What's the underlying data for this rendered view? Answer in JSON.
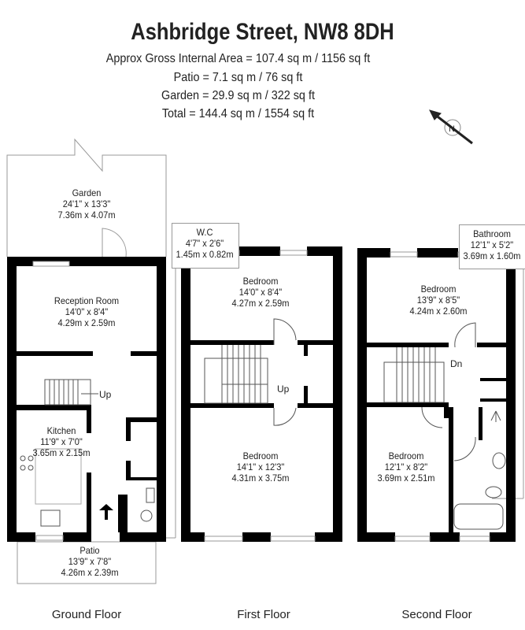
{
  "header": {
    "title": "Ashbridge Street, NW8 8DH",
    "lines": [
      "Approx Gross Internal Area = 107.4 sq m / 1156 sq ft",
      "Patio = 7.1 sq m / 76 sq ft",
      "Garden = 29.9 sq m / 322 sq ft",
      "Total = 144.4 sq m / 1554 sq ft"
    ]
  },
  "compass_icon": "north-arrow",
  "rooms": {
    "garden": {
      "name": "Garden",
      "imperial": "24'1\" x 13'3\"",
      "metric": "7.36m x 4.07m"
    },
    "reception": {
      "name": "Reception Room",
      "imperial": "14'0\" x 8'4\"",
      "metric": "4.29m x 2.59m"
    },
    "kitchen": {
      "name": "Kitchen",
      "imperial": "11'9\" x 7'0\"",
      "metric": "3.65m x 2.15m"
    },
    "patio": {
      "name": "Patio",
      "imperial": "13'9\" x 7'8\"",
      "metric": "4.26m x 2.39m"
    },
    "wc": {
      "name": "W.C",
      "imperial": "4'7\" x 2'6\"",
      "metric": "1.45m x 0.82m"
    },
    "bed1": {
      "name": "Bedroom",
      "imperial": "14'0\" x 8'4\"",
      "metric": "4.27m x 2.59m"
    },
    "bed2": {
      "name": "Bedroom",
      "imperial": "14'1\" x 12'3\"",
      "metric": "4.31m x 3.75m"
    },
    "bathroom": {
      "name": "Bathroom",
      "imperial": "12'1\" x 5'2\"",
      "metric": "3.69m x 1.60m"
    },
    "bed3": {
      "name": "Bedroom",
      "imperial": "13'9\" x 8'5\"",
      "metric": "4.24m x 2.60m"
    },
    "bed4": {
      "name": "Bedroom",
      "imperial": "12'1\" x 8'2\"",
      "metric": "3.69m x 2.51m"
    }
  },
  "stairs": {
    "ground": "Up",
    "first": "Up",
    "second": "Dn"
  },
  "floors": [
    "Ground Floor",
    "First Floor",
    "Second Floor"
  ]
}
